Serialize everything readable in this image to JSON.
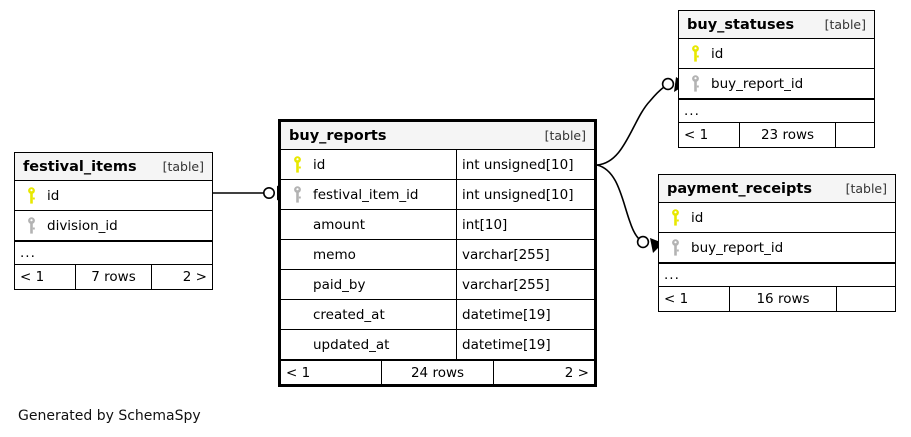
{
  "diagram": {
    "caption": "Generated by SchemaSpy",
    "table_tag": "[table]",
    "more_marker": "...",
    "colors": {
      "primary_key": "#e8e800",
      "foreign_key": "#b3b3b3",
      "header_bg": "#f5f5f5",
      "border": "#000000",
      "background": "#ffffff"
    }
  },
  "tables": {
    "festival_items": {
      "name": "festival_items",
      "tag": "[table]",
      "columns": [
        {
          "key": "primary",
          "name": "id"
        },
        {
          "key": "foreign",
          "name": "division_id"
        }
      ],
      "more": "...",
      "footer": {
        "prev": "< 1",
        "rows": "7 rows",
        "next": "2 >"
      }
    },
    "buy_reports": {
      "name": "buy_reports",
      "tag": "[table]",
      "columns": [
        {
          "key": "primary",
          "name": "id",
          "type": "int unsigned[10]"
        },
        {
          "key": "foreign",
          "name": "festival_item_id",
          "type": "int unsigned[10]"
        },
        {
          "key": "none",
          "name": "amount",
          "type": "int[10]"
        },
        {
          "key": "none",
          "name": "memo",
          "type": "varchar[255]"
        },
        {
          "key": "none",
          "name": "paid_by",
          "type": "varchar[255]"
        },
        {
          "key": "none",
          "name": "created_at",
          "type": "datetime[19]"
        },
        {
          "key": "none",
          "name": "updated_at",
          "type": "datetime[19]"
        }
      ],
      "footer": {
        "prev": "< 1",
        "rows": "24 rows",
        "next": "2 >"
      }
    },
    "buy_statuses": {
      "name": "buy_statuses",
      "tag": "[table]",
      "columns": [
        {
          "key": "primary",
          "name": "id"
        },
        {
          "key": "foreign",
          "name": "buy_report_id"
        }
      ],
      "more": "...",
      "footer": {
        "prev": "< 1",
        "rows": "23 rows",
        "next": ""
      }
    },
    "payment_receipts": {
      "name": "payment_receipts",
      "tag": "[table]",
      "columns": [
        {
          "key": "primary",
          "name": "id"
        },
        {
          "key": "foreign",
          "name": "buy_report_id"
        }
      ],
      "more": "...",
      "footer": {
        "prev": "< 1",
        "rows": "16 rows",
        "next": ""
      }
    }
  },
  "relationships": [
    {
      "from": "festival_items.id",
      "to": "buy_reports.festival_item_id",
      "style": "straight"
    },
    {
      "from": "buy_reports.id",
      "to": "buy_statuses.buy_report_id",
      "style": "curve"
    },
    {
      "from": "buy_reports.id",
      "to": "payment_receipts.buy_report_id",
      "style": "curve"
    }
  ]
}
